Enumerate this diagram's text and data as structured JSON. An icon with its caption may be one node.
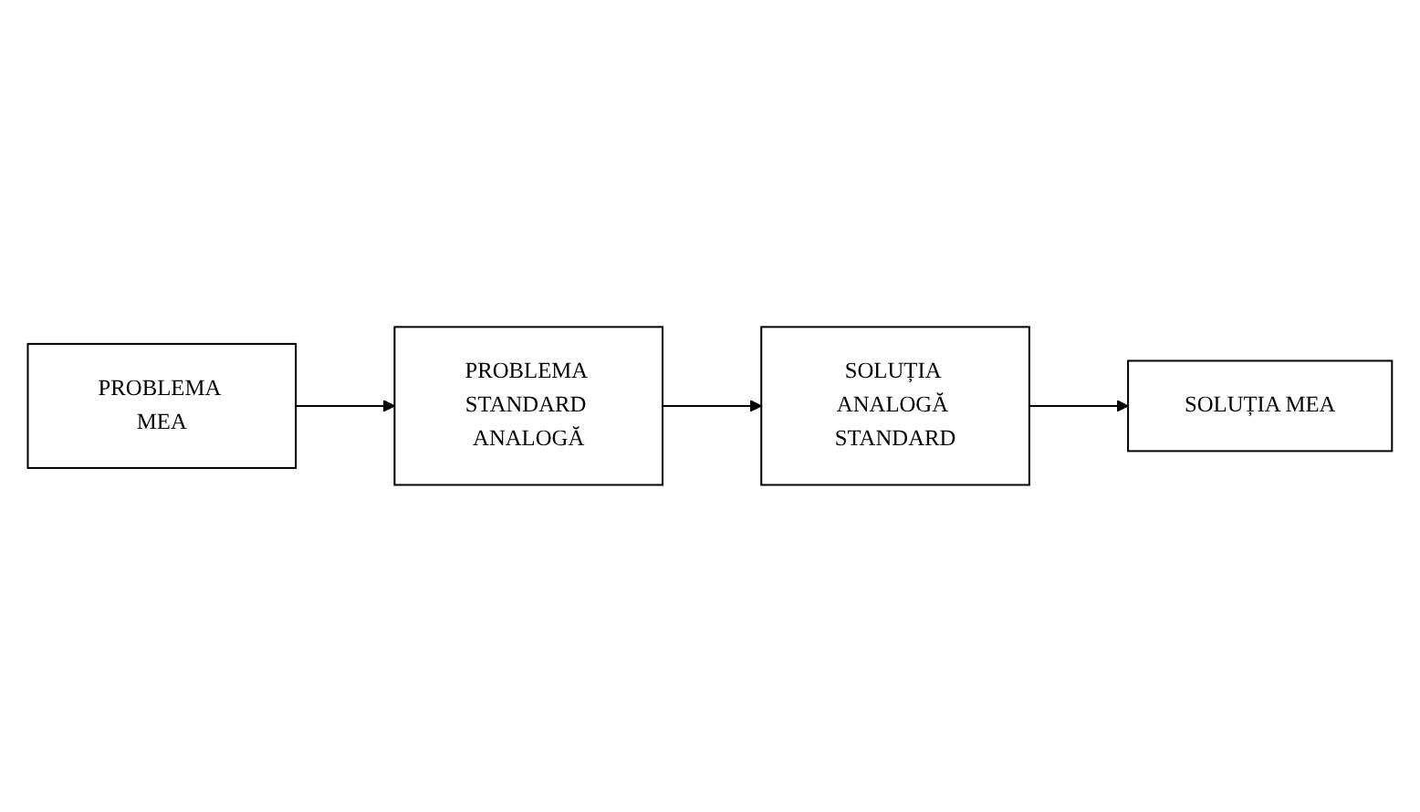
{
  "diagram": {
    "nodes": [
      {
        "text": [
          "PROBLEMA STANDARD ANALOGĂ"
        ]
      },
      {
        "text": [
          "SOLUȚIA ANALOGĂ STANDARD"
        ]
      },
      {
        "text": [
          "PROBLEMA MEA"
        ]
      },
      {
        "text": [
          "SOLUȚIA MEA"
        ]
      }
    ],
    "edges": [
      {
        "from": 2,
        "to": 0,
        "arrow": "to"
      },
      {
        "from": 0,
        "to": 1,
        "arrow": "to"
      },
      {
        "from": 1,
        "to": 3,
        "arrow": "to"
      }
    ]
  }
}
